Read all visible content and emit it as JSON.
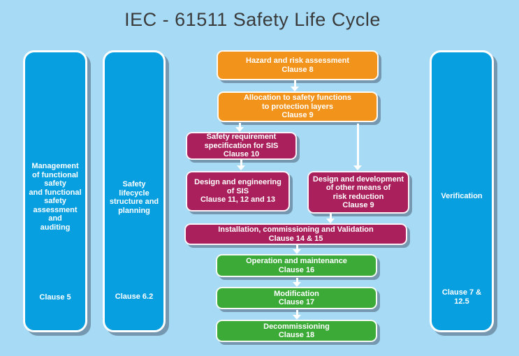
{
  "title": "IEC - 61511 Safety Life Cycle",
  "colors": {
    "background": "#a6daf5",
    "column_blue": "#079fe0",
    "orange": "#f2931b",
    "magenta": "#a9205c",
    "green": "#3baa36",
    "shadow": "#7598b0",
    "title_text": "#3a3a3a",
    "box_text": "#ffffff"
  },
  "columns": {
    "management": {
      "lines": [
        "Management",
        "of functional",
        "safety",
        "and functional",
        "safety",
        "assessment",
        "and",
        "auditing"
      ],
      "clause": "Clause 5"
    },
    "planning": {
      "lines": [
        "Safety",
        "lifecycle",
        "structure and",
        "planning"
      ],
      "clause": "Clause 6.2"
    },
    "verification": {
      "lines": [
        "Verification"
      ],
      "clause": [
        "Clause 7 &",
        "12.5"
      ]
    }
  },
  "boxes": {
    "hazard": {
      "lines": [
        "Hazard and risk assessment"
      ],
      "clause": "Clause 8"
    },
    "allocation": {
      "lines": [
        "Allocation to safety functions",
        "to protection layers"
      ],
      "clause": "Clause 9"
    },
    "safety_requirement": {
      "lines": [
        "Safety requirement",
        "specification for SIS"
      ],
      "clause": "Clause 10"
    },
    "design_engineering": {
      "lines": [
        "Design and engineering",
        "of SIS"
      ],
      "clause": "Clause 11, 12 and 13"
    },
    "design_development": {
      "lines": [
        "Design and development",
        "of other means of",
        "risk reduction"
      ],
      "clause": "Clause 9"
    },
    "installation": {
      "lines": [
        "Installation, commissioning and Validation"
      ],
      "clause": "Clause 14 & 15"
    },
    "operation": {
      "lines": [
        "Operation and maintenance"
      ],
      "clause": "Clause 16"
    },
    "modification": {
      "lines": [
        "Modification"
      ],
      "clause": "Clause 17"
    },
    "decommissioning": {
      "lines": [
        "Decommissioning"
      ],
      "clause": "Clause 18"
    }
  }
}
